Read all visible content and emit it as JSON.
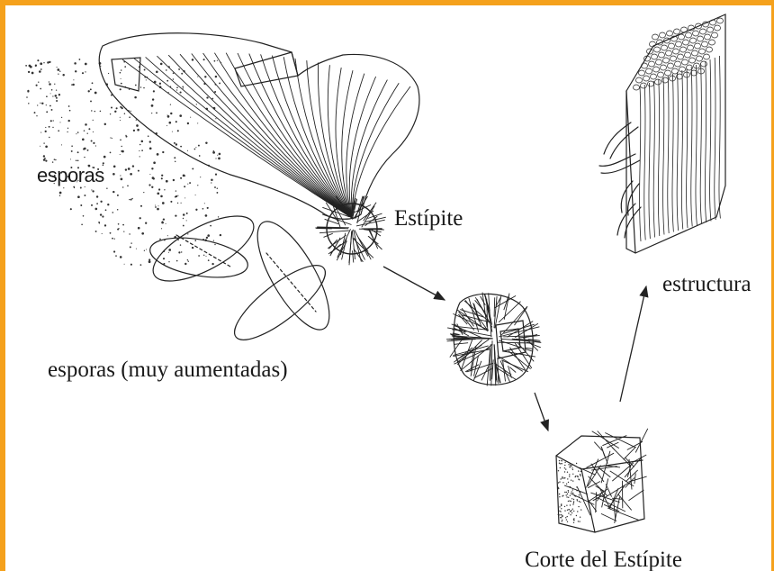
{
  "labels": {
    "esporas": "esporas",
    "estipite": "Estípite",
    "estructura": "estructura",
    "esporas_aumentadas": "esporas (muy aumentadas)",
    "corte_estipite": "Corte del Estípite"
  },
  "colors": {
    "frame": "#f5a11c",
    "ink": "#222222",
    "background": "#ffffff"
  }
}
